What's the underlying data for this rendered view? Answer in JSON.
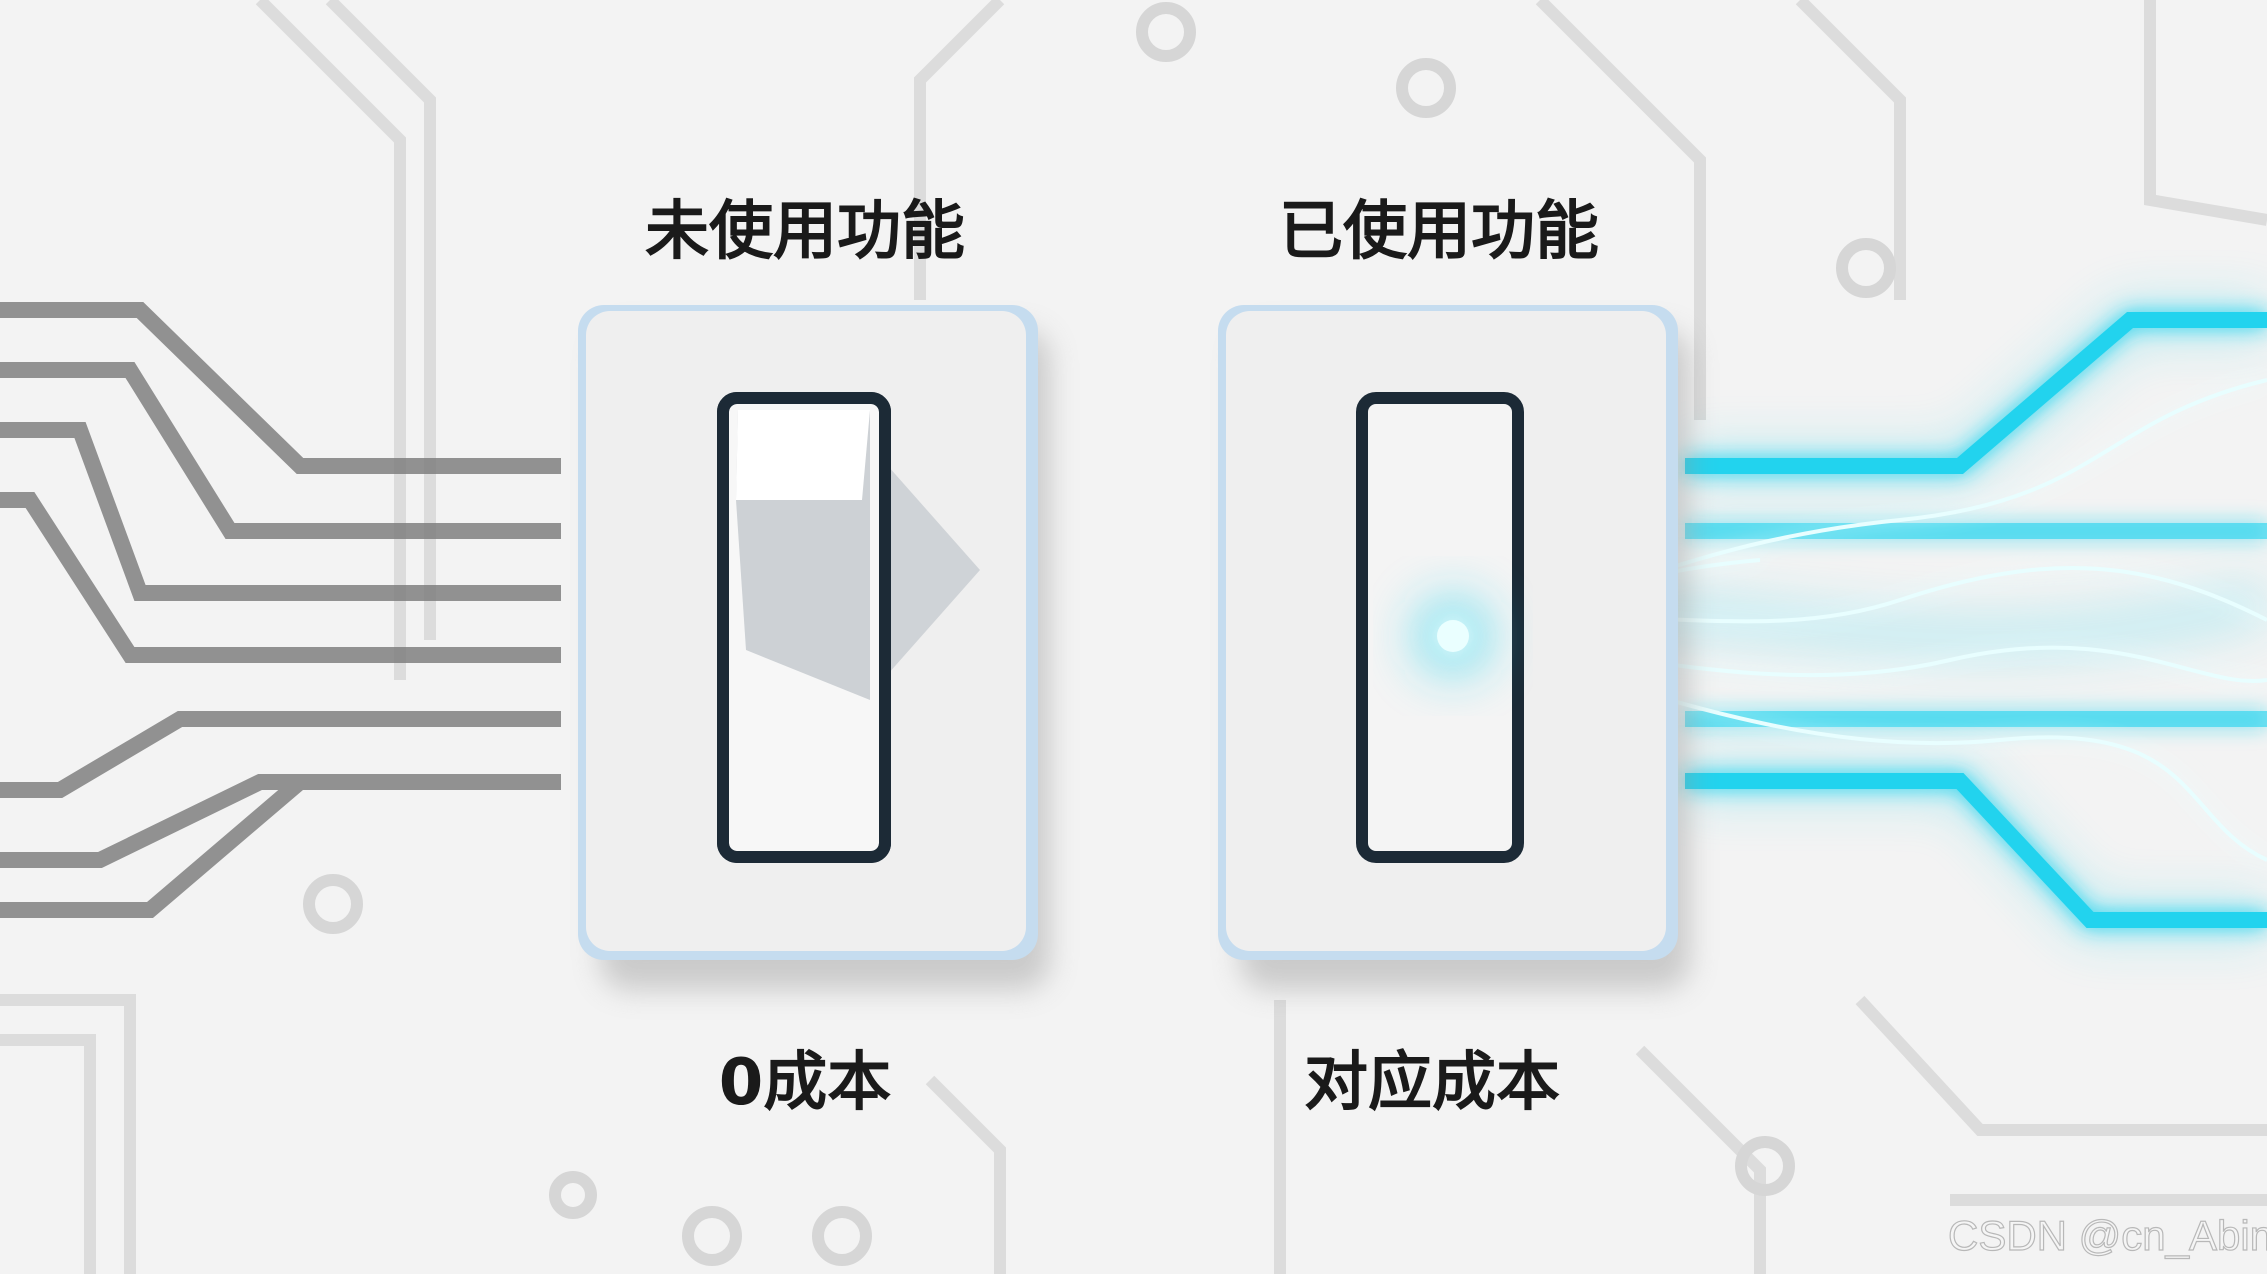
{
  "left_panel": {
    "title": "未使用功能",
    "caption": "0成本",
    "state": "off"
  },
  "right_panel": {
    "title": "已使用功能",
    "caption": "对应成本",
    "state": "on"
  },
  "watermark": "CSDN @cn_Abin",
  "colors": {
    "background": "#f3f3f3",
    "inactive_trace": "#808080",
    "active_trace": "#22d3ee",
    "switch_outline": "#1c2a36",
    "plate": "#efefef",
    "plate_edge": "#c5dcef"
  }
}
